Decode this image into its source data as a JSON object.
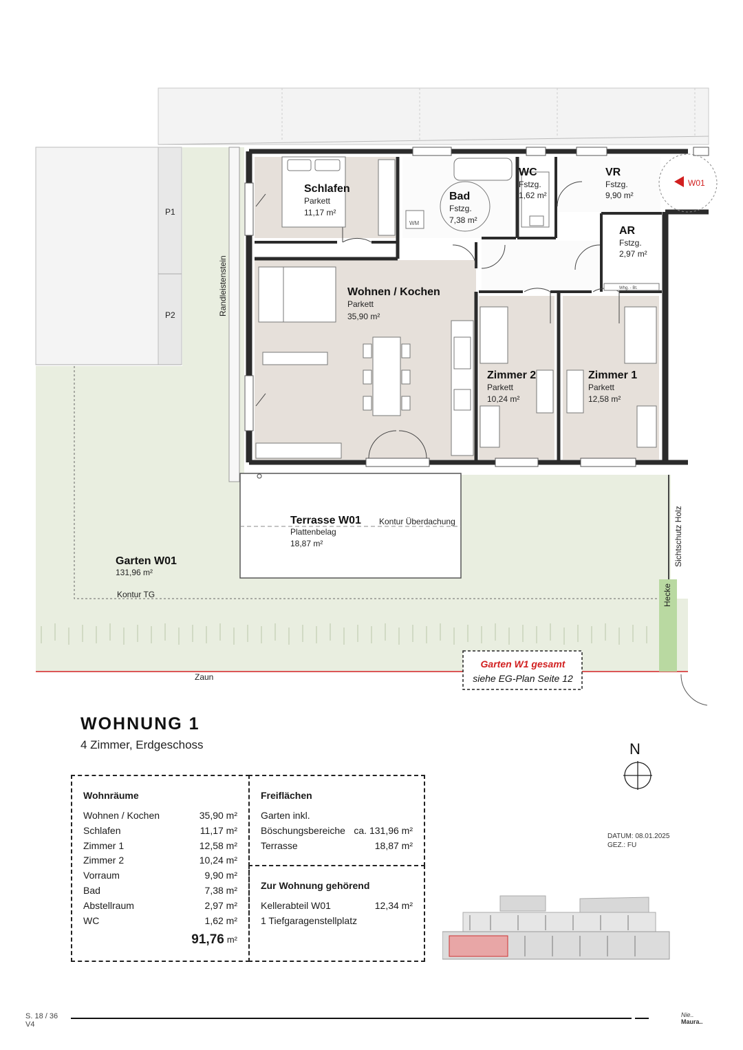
{
  "plan": {
    "parking": [
      "P1",
      "P2"
    ],
    "edge_label": "Randleistenstein",
    "rooms": {
      "schlafen": {
        "name": "Schlafen",
        "floor": "Parkett",
        "area": "11,17 m²"
      },
      "bad": {
        "name": "Bad",
        "floor": "Fstzg.",
        "area": "7,38 m²",
        "wm": "WM"
      },
      "wc": {
        "name": "WC",
        "floor": "Fstzg.",
        "area": "1,62 m²"
      },
      "vr": {
        "name": "VR",
        "floor": "Fstzg.",
        "area": "9,90 m²"
      },
      "ar": {
        "name": "AR",
        "floor": "Fstzg.",
        "area": "2,97 m²",
        "tag": "Whg. - Bt."
      },
      "wohnen": {
        "name": "Wohnen / Kochen",
        "floor": "Parkett",
        "area": "35,90 m²"
      },
      "zimmer2": {
        "name": "Zimmer 2",
        "floor": "Parkett",
        "area": "10,24 m²"
      },
      "zimmer1": {
        "name": "Zimmer 1",
        "floor": "Parkett",
        "area": "12,58 m²"
      },
      "terrasse": {
        "name": "Terrasse W01",
        "floor": "Plattenbelag",
        "area": "18,87 m²"
      },
      "garten": {
        "name": "Garten W01",
        "area": "131,96 m²"
      }
    },
    "entrance_label": "W01",
    "kontur_ueberdachung": "Kontur Überdachung",
    "kontur_tg": "Kontur TG",
    "sichtschutz": "Sichtschutz Holz",
    "hecke": "Hecke",
    "zaun": "Zaun",
    "garten_note_line1": "Garten W1 gesamt",
    "garten_note_line2": "siehe EG-Plan Seite 12"
  },
  "header": {
    "title": "WOHNUNG 1",
    "subtitle": "4 Zimmer, Erdgeschoss"
  },
  "wohnraeume": {
    "heading": "Wohnräume",
    "rows": [
      {
        "label": "Wohnen / Kochen",
        "value": "35,90 m²"
      },
      {
        "label": "Schlafen",
        "value": "11,17 m²"
      },
      {
        "label": "Zimmer 1",
        "value": "12,58 m²"
      },
      {
        "label": "Zimmer 2",
        "value": "10,24 m²"
      },
      {
        "label": "Vorraum",
        "value": "9,90 m²"
      },
      {
        "label": "Bad",
        "value": "7,38 m²"
      },
      {
        "label": "Abstellraum",
        "value": "2,97 m²"
      },
      {
        "label": "WC",
        "value": "1,62 m²"
      }
    ],
    "total": "91,76",
    "total_unit": "m²"
  },
  "freiflaechen": {
    "heading": "Freiflächen",
    "line1": "Garten inkl.",
    "row_label": "Böschungsbereiche",
    "row_value": "ca. 131,96 m²",
    "terrasse_label": "Terrasse",
    "terrasse_value": "18,87 m²"
  },
  "zugehoerig": {
    "heading": "Zur Wohnung gehörend",
    "keller_label": "Kellerabteil W01",
    "keller_value": "12,34 m²",
    "garage": "1 Tiefgaragenstellplatz"
  },
  "meta": {
    "north": "N",
    "datum": "DATUM: 08.01.2025",
    "gez": "GEZ.: FU",
    "page": "S. 18 / 36",
    "version": "V4",
    "logo_line1": "Nie..",
    "logo_line2": "Maura.."
  },
  "colors": {
    "garden": "#e9eee0",
    "room": "#e6e0da",
    "wall": "#2b2b2b",
    "hedge": "#b9d9a1",
    "accent_red": "#d11f1f"
  }
}
